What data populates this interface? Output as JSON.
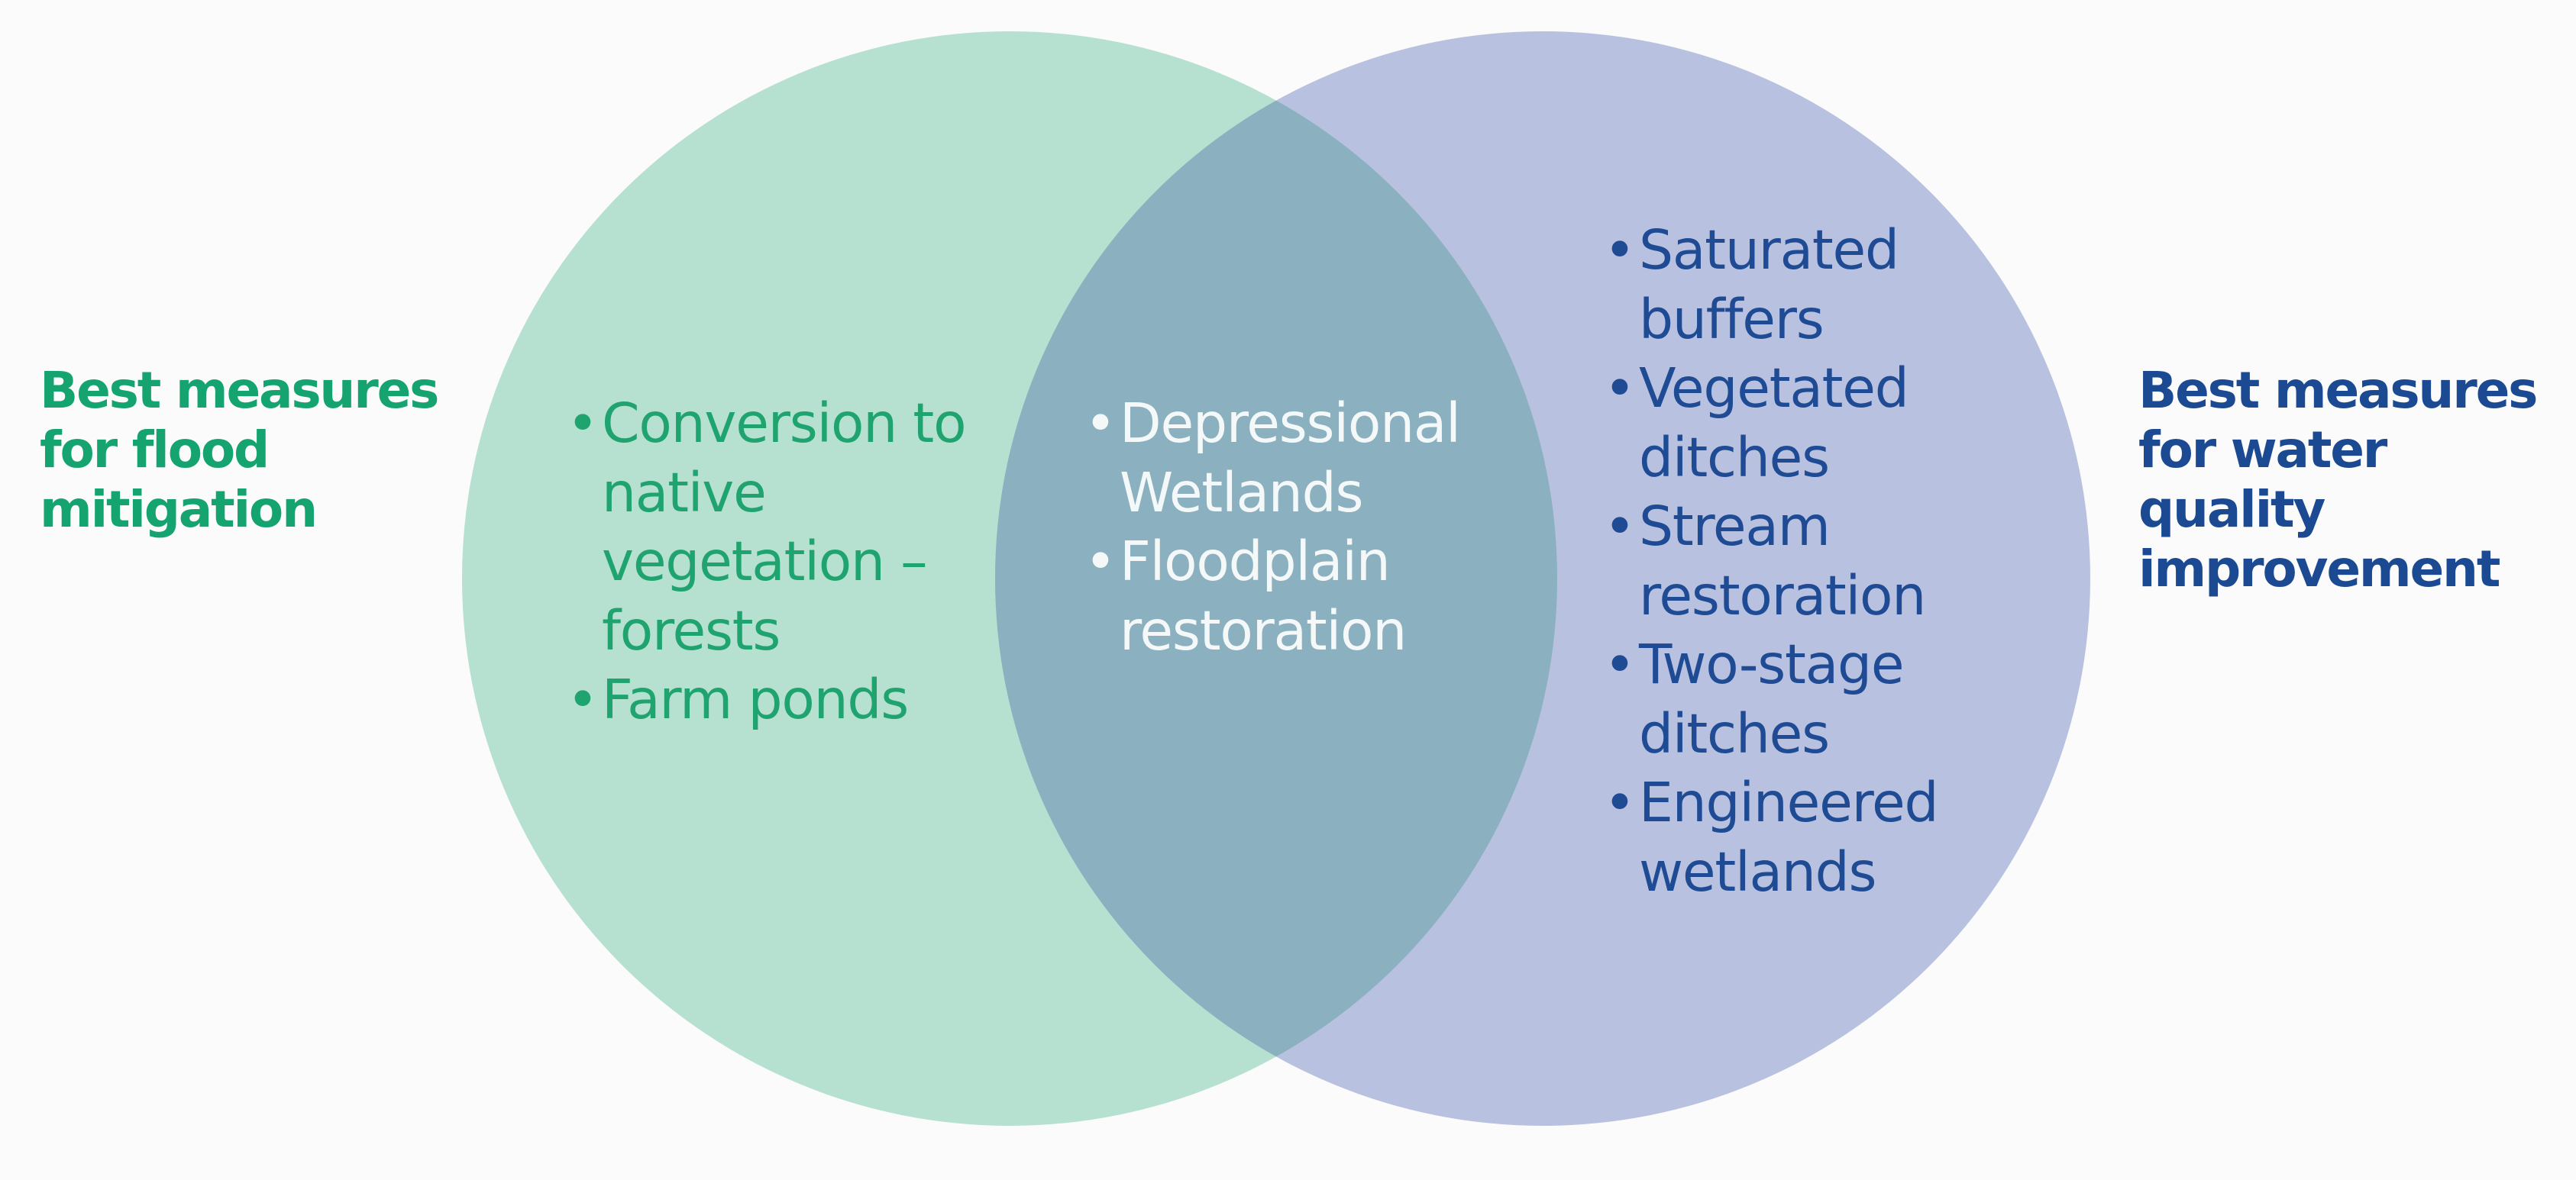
{
  "colors": {
    "background": "#fbfbfb",
    "left_circle": "#b6e0d0",
    "right_circle": "#b8c1df",
    "overlap": "#8bb0bf",
    "left_text": "#1fa36f",
    "left_label": "#15a470",
    "right_text": "#1e4b94",
    "right_label": "#1b4a93",
    "overlap_text": "#f4f8f8"
  },
  "left_set": {
    "label": "Best measures for flood mitigation",
    "items": [
      "Conversion to native vegetation – forests",
      "Farm ponds"
    ]
  },
  "right_set": {
    "label": "Best measures for water quality improvement",
    "items": [
      "Saturated buffers",
      "Vegetated ditches",
      "Stream restoration",
      "Two-stage ditches",
      "Engineered wetlands"
    ]
  },
  "overlap_set": {
    "items": [
      "Depressional Wetlands",
      "Floodplain restoration"
    ]
  },
  "bullet": "•"
}
